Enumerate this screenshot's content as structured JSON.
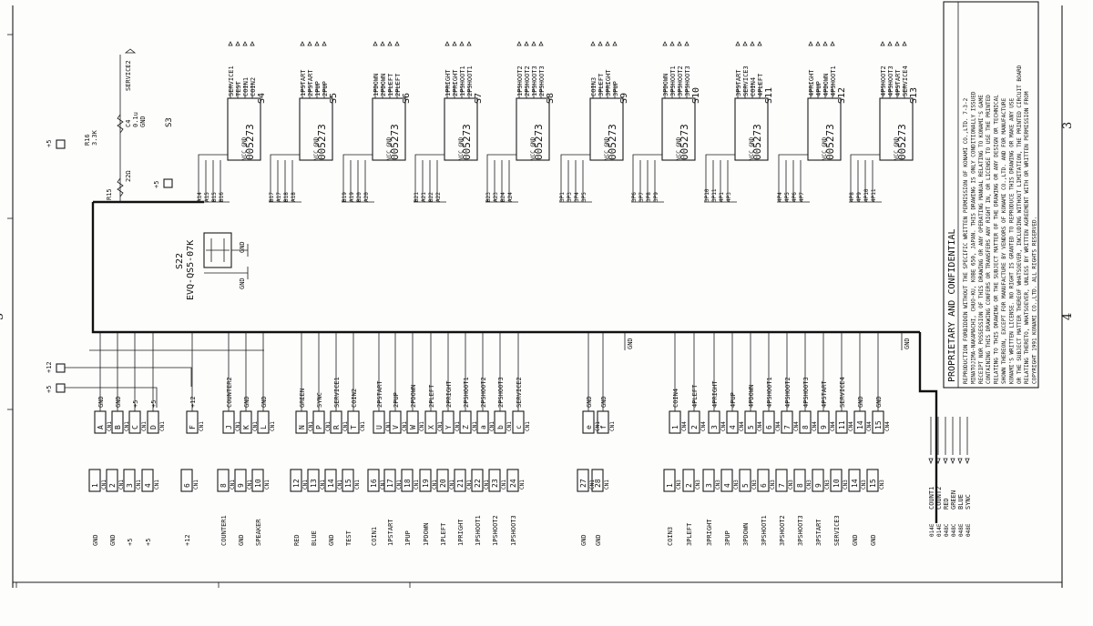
{
  "frame": {
    "grid_numbers": [
      "5",
      "4",
      "3"
    ],
    "grid_numbers_b": [
      "3",
      "4"
    ]
  },
  "top_switch": {
    "net_labels": [
      "SERVICE2"
    ],
    "parts": [
      "S3",
      "R15",
      "R16",
      "C4",
      "S22"
    ],
    "part_values": [
      "EVQ-QS5-07K",
      "3.3K",
      "22Ω",
      "0.1u",
      "GND"
    ]
  },
  "ic_chips": {
    "part": "005273",
    "chips": [
      {
        "ref": "S4",
        "outputs": [
          "SERVICE1",
          "TEST",
          "COIN1",
          "COIN2"
        ],
        "inputs": [
          "A14",
          "A15",
          "B15",
          "B16"
        ]
      },
      {
        "ref": "S5",
        "outputs": [
          "1PSTART",
          "2PSTART",
          "1PUP",
          "2PUP"
        ],
        "inputs": [
          "B17",
          "A17",
          "B18",
          "A18"
        ]
      },
      {
        "ref": "S6",
        "outputs": [
          "1PDOWN",
          "2PDOWN",
          "1PLEFT",
          "2PLEFT"
        ],
        "inputs": [
          "B19",
          "A19",
          "B20",
          "A20"
        ]
      },
      {
        "ref": "S7",
        "outputs": [
          "1PRIGHT",
          "2PRIGHT",
          "1PSHOOT1",
          "2PSHOOT1"
        ],
        "inputs": [
          "B21",
          "A21",
          "B22",
          "A22"
        ]
      },
      {
        "ref": "S8",
        "outputs": [
          "1PSHOOT2",
          "2PSHOOT2",
          "1PSHOOT3",
          "2PSHOOT3"
        ],
        "inputs": [
          "B23",
          "A23",
          "B24",
          "A24"
        ]
      },
      {
        "ref": "S9",
        "outputs": [
          "COIN3",
          "3PLEFT",
          "3PRIGHT",
          "3PUP"
        ],
        "inputs": [
          "3P1",
          "3P3",
          "3P4",
          "3P5"
        ]
      },
      {
        "ref": "S10",
        "outputs": [
          "3PDOWN",
          "3PSHOOT1",
          "3PSHOOT2",
          "3PSHOOT3"
        ],
        "inputs": [
          "3P6",
          "3P7",
          "3P8",
          "3P9"
        ]
      },
      {
        "ref": "S11",
        "outputs": [
          "3PSTART",
          "SERVICE3",
          "COIN4",
          "4PLEFT"
        ],
        "inputs": [
          "3P10",
          "3P11",
          "4P1",
          "4P3"
        ]
      },
      {
        "ref": "S12",
        "outputs": [
          "4PRIGHT",
          "4PUP",
          "4PDOWN",
          "4PSHOOT1"
        ],
        "inputs": [
          "4P4",
          "4P5",
          "4P6",
          "4P7"
        ]
      },
      {
        "ref": "S13",
        "outputs": [
          "4PSHOOT2",
          "4PSHOOT3",
          "4PSTART",
          "SERVICE4"
        ],
        "inputs": [
          "4P8",
          "4P9",
          "4P10",
          "4P11"
        ]
      }
    ]
  },
  "connector_cn1": {
    "pins": [
      {
        "pin": "1",
        "net": "GND"
      },
      {
        "pin": "2",
        "net": "GND"
      },
      {
        "pin": "3",
        "net": "+5"
      },
      {
        "pin": "4",
        "net": "+5"
      },
      {
        "pin": "6",
        "net": "+12"
      },
      {
        "pin": "8",
        "net": "COUNTER1"
      },
      {
        "pin": "9",
        "net": "GND"
      },
      {
        "pin": "10",
        "net": "SPEAKER"
      },
      {
        "pin": "12",
        "net": "RED"
      },
      {
        "pin": "13",
        "net": "BLUE"
      },
      {
        "pin": "14",
        "net": "GND"
      },
      {
        "pin": "15",
        "net": "TEST"
      },
      {
        "pin": "16",
        "net": "COIN1"
      },
      {
        "pin": "17",
        "net": "1PSTART"
      },
      {
        "pin": "18",
        "net": "1PUP"
      },
      {
        "pin": "19",
        "net": "1PDOWN"
      },
      {
        "pin": "20",
        "net": "1PLEFT"
      },
      {
        "pin": "21",
        "net": "1PRIGHT"
      },
      {
        "pin": "22",
        "net": "1PSHOOT1"
      },
      {
        "pin": "23",
        "net": "1PSHOOT2"
      },
      {
        "pin": "24",
        "net": "1PSHOOT3"
      },
      {
        "pin": "27",
        "net": "GND"
      },
      {
        "pin": "28",
        "net": "GND"
      }
    ],
    "pins_b": [
      {
        "pin": "A",
        "net": "GND"
      },
      {
        "pin": "B",
        "net": "GND"
      },
      {
        "pin": "C",
        "net": "+5"
      },
      {
        "pin": "D",
        "net": "+5"
      },
      {
        "pin": "F",
        "net": "+12"
      },
      {
        "pin": "J",
        "net": "COUNTER2"
      },
      {
        "pin": "K",
        "net": "GND"
      },
      {
        "pin": "L",
        "net": "GND"
      },
      {
        "pin": "N",
        "net": "GREEN"
      },
      {
        "pin": "P",
        "net": "SYNC"
      },
      {
        "pin": "R",
        "net": "SERVICE1"
      },
      {
        "pin": "T",
        "net": "COIN2"
      },
      {
        "pin": "U",
        "net": "2PSTART"
      },
      {
        "pin": "V",
        "net": "2PUP"
      },
      {
        "pin": "W",
        "net": "2PDOWN"
      },
      {
        "pin": "X",
        "net": "2PLEFT"
      },
      {
        "pin": "Y",
        "net": "2PRIGHT"
      },
      {
        "pin": "Z",
        "net": "2PSHOOT1"
      },
      {
        "pin": "a",
        "net": "2PSHOOT2"
      },
      {
        "pin": "b",
        "net": "2PSHOOT3"
      },
      {
        "pin": "c",
        "net": "SERVICE2"
      },
      {
        "pin": "e",
        "net": "GND"
      },
      {
        "pin": "f",
        "net": "GND"
      }
    ],
    "label": "CN1"
  },
  "connector_cn4": {
    "pins": [
      {
        "pin": "1",
        "net": "COIN3"
      },
      {
        "pin": "2",
        "net": "3PLEFT"
      },
      {
        "pin": "3",
        "net": "3PRIGHT"
      },
      {
        "pin": "4",
        "net": "3PUP"
      },
      {
        "pin": "5",
        "net": "3PDOWN"
      },
      {
        "pin": "6",
        "net": "3PSHOOT1"
      },
      {
        "pin": "7",
        "net": "3PSHOOT2"
      },
      {
        "pin": "8",
        "net": "3PSHOOT3"
      },
      {
        "pin": "9",
        "net": "3PSTART"
      },
      {
        "pin": "10",
        "net": "SERVICE3"
      },
      {
        "pin": "14",
        "net": "GND"
      },
      {
        "pin": "15",
        "net": "GND"
      }
    ],
    "pins_b": [
      {
        "pin": "1",
        "net": "COIN4"
      },
      {
        "pin": "2",
        "net": "4PLEFT"
      },
      {
        "pin": "3",
        "net": "4PRIGHT"
      },
      {
        "pin": "4",
        "net": "4PUP"
      },
      {
        "pin": "5",
        "net": "4PDOWN"
      },
      {
        "pin": "6",
        "net": "4PSHOOT1"
      },
      {
        "pin": "7",
        "net": "4PSHOOT2"
      },
      {
        "pin": "8",
        "net": "4PSHOOT3"
      },
      {
        "pin": "9",
        "net": "4PSTART"
      },
      {
        "pin": "11",
        "net": "SERVICE4"
      },
      {
        "pin": "14",
        "net": "GND"
      },
      {
        "pin": "15",
        "net": "GND"
      }
    ],
    "label": "CN4",
    "label_b": "CN3"
  },
  "side_bus": {
    "labels": [
      "COUNT1",
      "COUNT2",
      "RED",
      "GREEN",
      "BLUE",
      "SYNC"
    ],
    "codes": [
      "014E",
      "014E",
      "048C",
      "048C",
      "048E",
      "048E"
    ]
  },
  "power": {
    "labels": [
      "+5",
      "+12",
      "GND"
    ]
  },
  "title_block": {
    "heading": "PROPRIETARY AND CONFIDENTIAL",
    "lines": [
      "REPRODUCTION FORBIDDEN WITHOUT THE SPECIFIC WRITTEN PERMISSION OF KONAMI CO.,LTD. 7-3-2",
      "MINATOJIMA-NAKAMACHI, CHUO-KU, KOBE 650, JAPAN. THIS DRAWING IS ONLY CONDITIONALLY ISSUED",
      "RECEIPT NOR POSSESSION OF THIS DRAWING OR ANY OPERATING MANUAL RELATING TO KONAMI'S GAME",
      "CONTAINING THIS DRAWING CONFERS OR TRANSFERS ANY RIGHT IN, OR LICENSE TO USE THE PRINTED",
      "RELATING TO THIS DRAWING OR THE SUBJECT MATTER OF THE DRAWING OR ANY DESIGN OR TECHNICAL",
      "SHOWN THEREON, EXCEPT FOR MANUFACTURE BY VENDORS OF KONAMI CO.,LTD. AND FOR MANUFACTURE",
      "KONAMI'S WRITTEN LICENSE. NO RIGHT IS GRANTED TO REPRODUCE THIS DRAWING OR MAKE ANY USE",
      "OR THE SUBJECT MATTER THEREOF WHATSOEVER, INCLUDING WITHOUT LIMITATION, THE PRINTED CIRCUIT BOARD",
      "RELATING THERETO, WHATSOEVER, UNLESS BY WRITTEN AGREEMENT WITH OR WRITTEN PERMISSION FROM",
      "COPYRIGHT 1991 KONAMI CO.,LTD. ALL RIGHTS RESERVED."
    ]
  }
}
